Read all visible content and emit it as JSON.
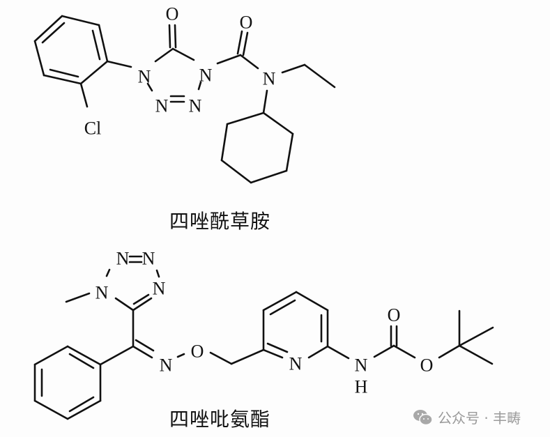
{
  "molecules": [
    {
      "name": "四唑酰草胺",
      "atoms": {
        "o1": "O",
        "o2": "O",
        "n1": "N",
        "n2": "N",
        "n3": "N",
        "n4": "N",
        "n5": "N",
        "cl": "Cl"
      }
    },
    {
      "name": "四唑吡氨酯",
      "atoms": {
        "t1": "N",
        "t2": "N",
        "t3": "N",
        "t4": "N",
        "n_oxime": "N",
        "o_ether": "O",
        "n_pyr": "N",
        "nh_n": "N",
        "nh_h": "H",
        "o_co": "O",
        "o_ester": "O"
      }
    }
  ],
  "watermark": {
    "icon": "wechat-icon",
    "text": "公众号 · 丰畴",
    "color": "#9a9a9a"
  }
}
